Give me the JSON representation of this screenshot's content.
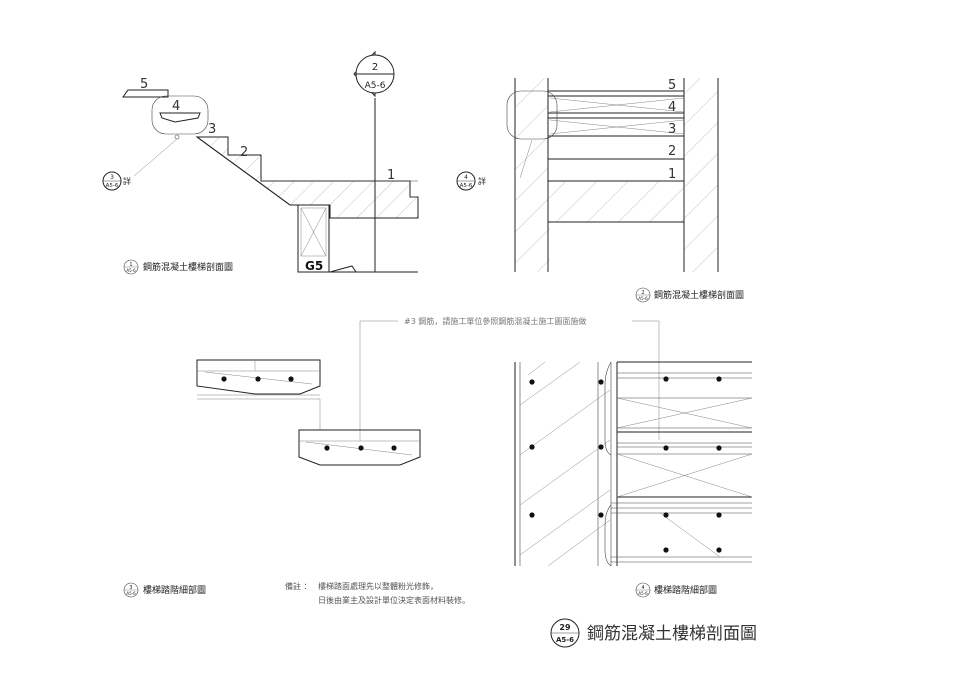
{
  "sheet": {
    "title": "鋼筋混凝土樓梯剖面圖",
    "title_tag": {
      "num": "29",
      "ref": "A5-6"
    }
  },
  "views": {
    "v1": {
      "title": "鋼筋混凝土樓梯剖面圖",
      "tag": {
        "num": "1",
        "ref": "A5-6"
      }
    },
    "v2": {
      "title": "鋼筋混凝土樓梯剖面圖",
      "tag": {
        "num": "2",
        "ref": "A5-6"
      }
    },
    "v3": {
      "title": "樓梯踏階細部圖",
      "tag": {
        "num": "3",
        "ref": "A5-6"
      }
    },
    "v4": {
      "title": "樓梯踏階細部圖",
      "tag": {
        "num": "4",
        "ref": "A5-6"
      }
    }
  },
  "callouts": {
    "section_marker": {
      "num": "2",
      "ref": "A5-6"
    },
    "detail3": {
      "num": "3",
      "ref": "A5-6",
      "suffix": "詳"
    },
    "detail4": {
      "num": "4",
      "ref": "A5-6",
      "suffix": "詳"
    },
    "beam_label": "G5"
  },
  "step_numbers_left": [
    "1",
    "2",
    "3",
    "4",
    "5"
  ],
  "step_numbers_right": [
    "1",
    "2",
    "3",
    "4",
    "5"
  ],
  "rebar_note": "#3 鋼筋，請施工單位參照鋼筋混凝土施工圖面施做",
  "remarks": {
    "label": "備註 ：",
    "line1": "樓梯踏面處理先以整體粉光修飾，",
    "line2": "日後由業主及設計單位決定表面材料裝修。"
  },
  "colors": {
    "ink": "#222222",
    "hatch": "#8a8a8a",
    "paper": "#ffffff"
  }
}
